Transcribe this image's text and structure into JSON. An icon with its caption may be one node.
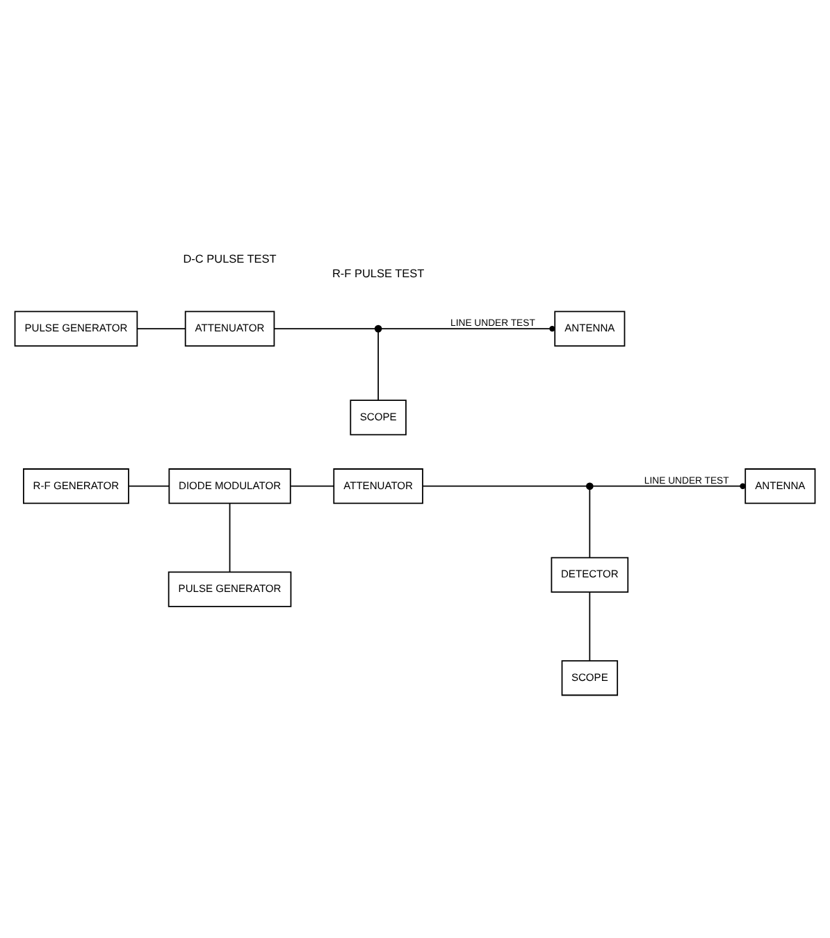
{
  "diagram": {
    "nodes": [
      {
        "text": [
          "R-F GENERATOR"
        ]
      },
      {
        "text": [
          "DIODE MODULATOR"
        ]
      },
      {
        "text": [
          "PULSE GENERATOR"
        ]
      },
      {
        "text": [
          "ATTENUATOR"
        ]
      },
      {
        "text": [],
        "shape": "dot"
      },
      {
        "text": [
          "ANTENNA"
        ]
      },
      {
        "text": [
          "DETECTOR"
        ]
      },
      {
        "text": [
          "SCOPE"
        ]
      },
      {
        "text": [
          "PULSE GENERATOR"
        ]
      },
      {
        "text": [
          "ATTENUATOR"
        ]
      },
      {
        "text": [],
        "shape": "dot"
      },
      {
        "text": [
          "ANTENNA"
        ]
      },
      {
        "text": [
          "SCOPE"
        ]
      }
    ],
    "edges": [
      {
        "from": 0,
        "to": 1,
        "arrow": "none"
      },
      {
        "from": 1,
        "to": 2,
        "arrow": "none"
      },
      {
        "from": 1,
        "to": 3,
        "arrow": "none"
      },
      {
        "from": 3,
        "to": 4,
        "arrow": "none"
      },
      {
        "from": 4,
        "to": 5,
        "arrow": "other",
        "label": "LINE UNDER TEST"
      },
      {
        "from": 4,
        "to": 6,
        "arrow": "none"
      },
      {
        "from": 6,
        "to": 7,
        "arrow": "none"
      },
      {
        "from": 8,
        "to": 9,
        "arrow": "none"
      },
      {
        "from": 9,
        "to": 10,
        "arrow": "none"
      },
      {
        "from": 10,
        "to": 11,
        "arrow": "other",
        "label": "LINE UNDER TEST"
      },
      {
        "from": 10,
        "to": 12,
        "arrow": "none"
      }
    ],
    "labels": [
      "R-F PULSE TEST",
      "D-C PULSE TEST"
    ]
  }
}
